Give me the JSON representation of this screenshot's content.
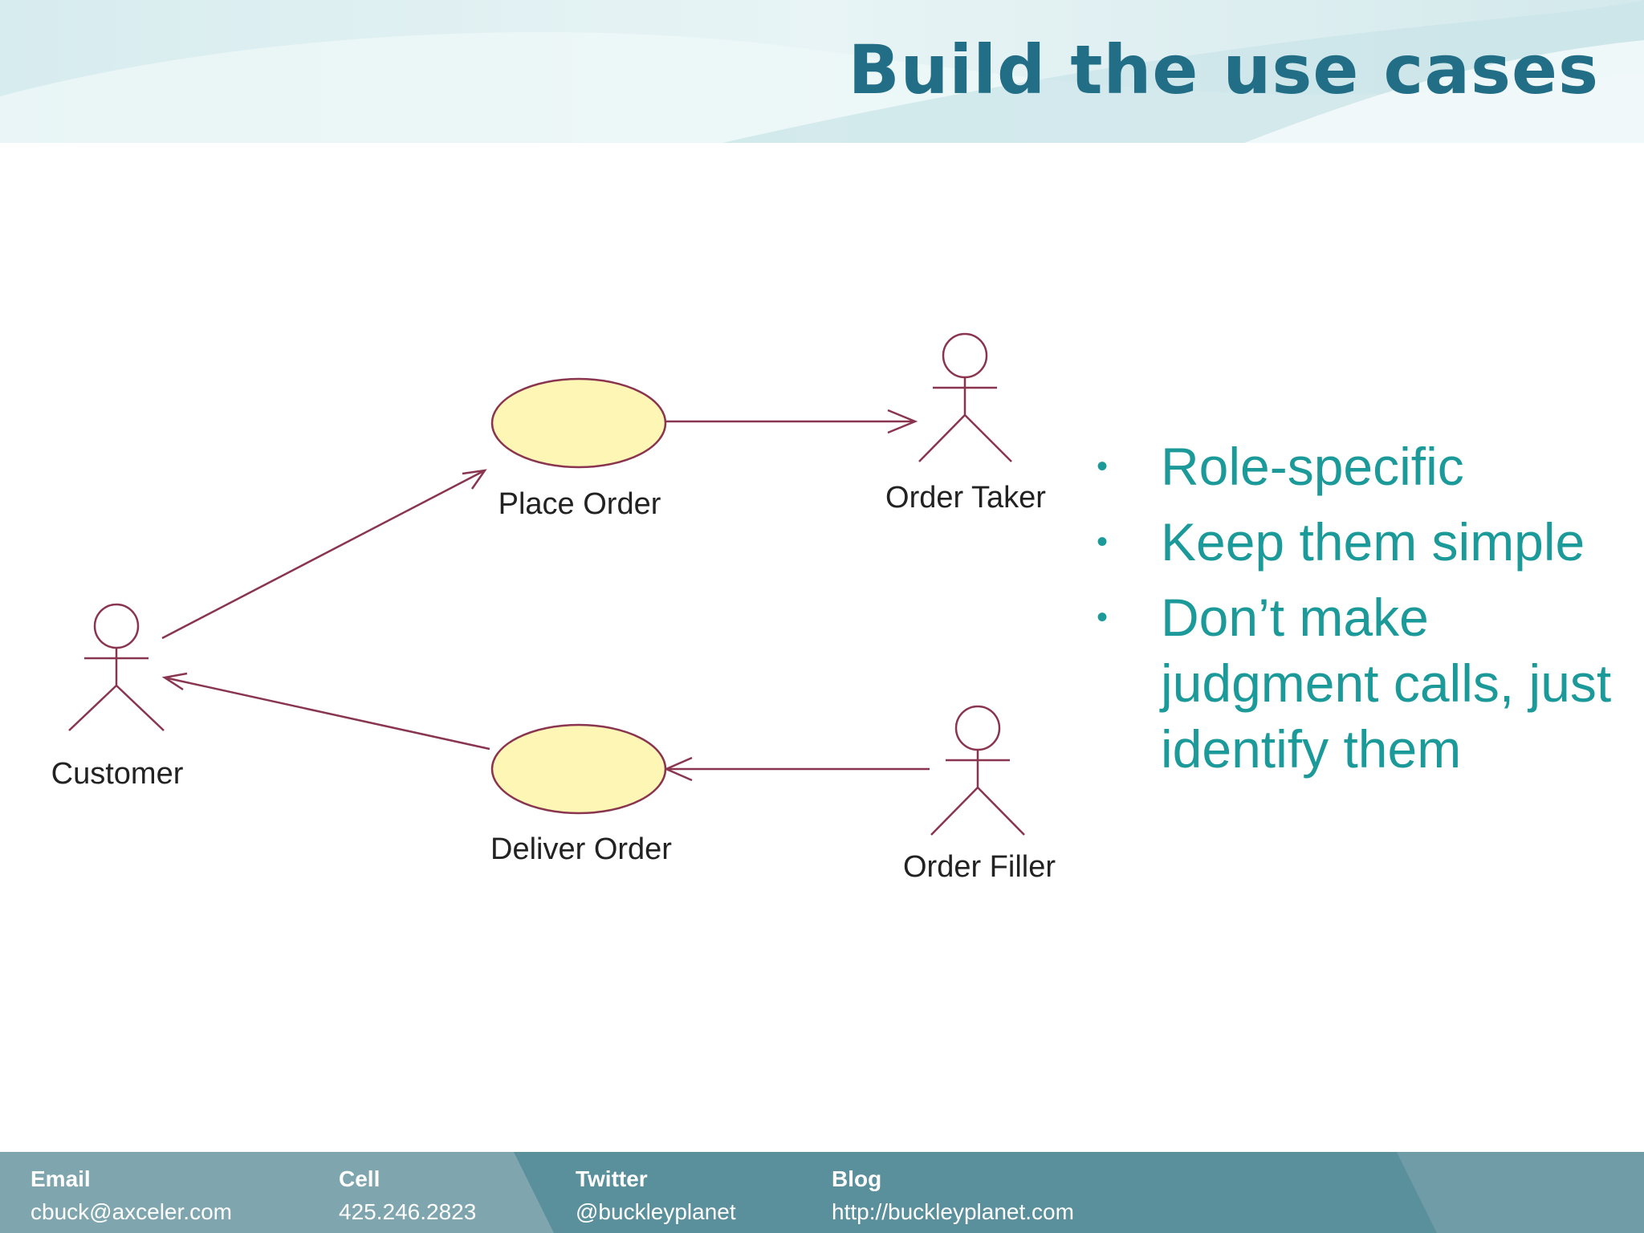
{
  "slide": {
    "title": "Build the use cases"
  },
  "diagram": {
    "actors": [
      {
        "id": "customer",
        "label": "Customer"
      },
      {
        "id": "order-taker",
        "label": "Order Taker"
      },
      {
        "id": "order-filler",
        "label": "Order Filler"
      }
    ],
    "use_cases": [
      {
        "id": "place-order",
        "label": "Place Order"
      },
      {
        "id": "deliver-order",
        "label": "Deliver Order"
      }
    ],
    "associations": [
      {
        "from": "customer",
        "to": "place-order"
      },
      {
        "from": "place-order",
        "to": "order-taker"
      },
      {
        "from": "deliver-order",
        "to": "customer"
      },
      {
        "from": "order-filler",
        "to": "deliver-order"
      }
    ],
    "colors": {
      "stroke": "#8a3550",
      "use_case_fill": "#fdf6b4"
    }
  },
  "bullets": [
    "Role-specific",
    "Keep them simple",
    "Don’t make judgment calls, just identify them"
  ],
  "footer": {
    "email": {
      "label": "Email",
      "value": "cbuck@axceler.com"
    },
    "cell": {
      "label": "Cell",
      "value": "425.246.2823"
    },
    "twitter": {
      "label": "Twitter",
      "value": "@buckleyplanet"
    },
    "blog": {
      "label": "Blog",
      "value": "http://buckleyplanet.com"
    }
  },
  "colors": {
    "title": "#216e86",
    "bullet_text": "#1c9a9a",
    "footer_bg": "#5a8f9c"
  }
}
